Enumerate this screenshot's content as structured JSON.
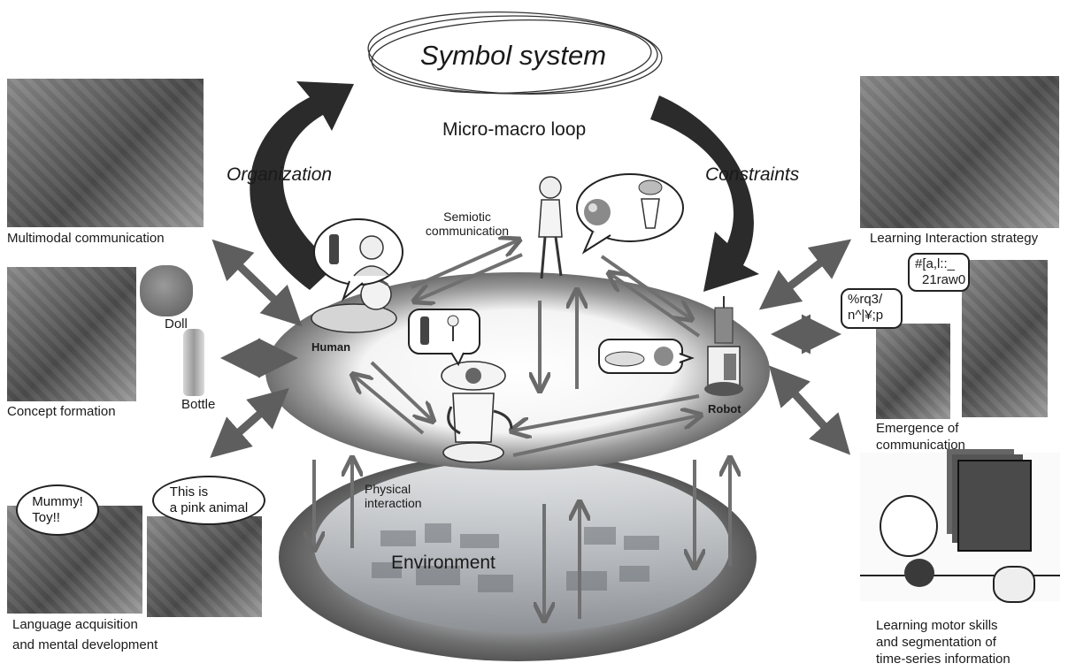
{
  "title": "Symbol system",
  "loop_label": "Micro-macro loop",
  "left_arrow_label": "Organization",
  "right_arrow_label": "Constraints",
  "semiotic_label": "Semiotic communication",
  "physical_label": "Physical interaction",
  "environment_label": "Environment",
  "agents": {
    "human": "Human",
    "robot": "Robot"
  },
  "left_panel": {
    "multimodal": "Multimodal communication",
    "concept": "Concept formation",
    "doll": "Doll",
    "bottle": "Bottle",
    "language_line1": "Language acquisition",
    "language_line2": "and mental development",
    "bubble_mummy_line1": "Mummy!",
    "bubble_mummy_line2": "Toy!!",
    "bubble_pink_line1": "This is",
    "bubble_pink_line2": "a pink animal"
  },
  "right_panel": {
    "learning_interaction": "Learning Interaction strategy",
    "emergence_line1": "Emergence of",
    "emergence_line2": "communication",
    "motor_line1": "Learning motor skills",
    "motor_line2": "and segmentation of",
    "motor_line3": "time-series information",
    "bubble_a_line1": "#[a,l::_",
    "bubble_a_line2": "21raw0",
    "bubble_b_line1": "%rq3/",
    "bubble_b_line2": "n^|¥;p"
  }
}
